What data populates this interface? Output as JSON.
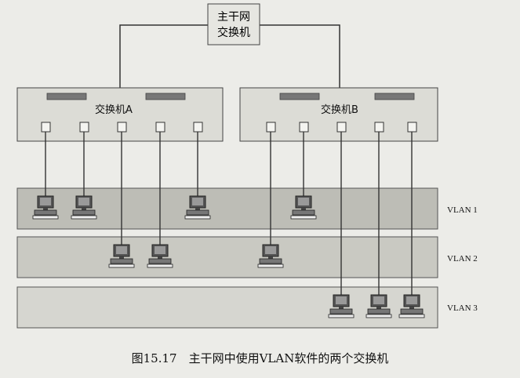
{
  "backbone": {
    "label_line1": "主干网",
    "label_line2": "交换机"
  },
  "switch_a": {
    "label": "交换机A"
  },
  "switch_b": {
    "label": "交换机B"
  },
  "vlans": [
    {
      "label": "VLAN 1"
    },
    {
      "label": "VLAN 2"
    },
    {
      "label": "VLAN 3"
    }
  ],
  "caption": "图15.17　主干网中使用VLAN软件的两个交换机",
  "colors": {
    "page": "#ecece8",
    "switch_body": "#dcdcd6",
    "vlan1_band": "#bdbdb6",
    "vlan2_band": "#c9c9c2",
    "vlan3_band": "#d6d6d0",
    "line": "#333333"
  }
}
